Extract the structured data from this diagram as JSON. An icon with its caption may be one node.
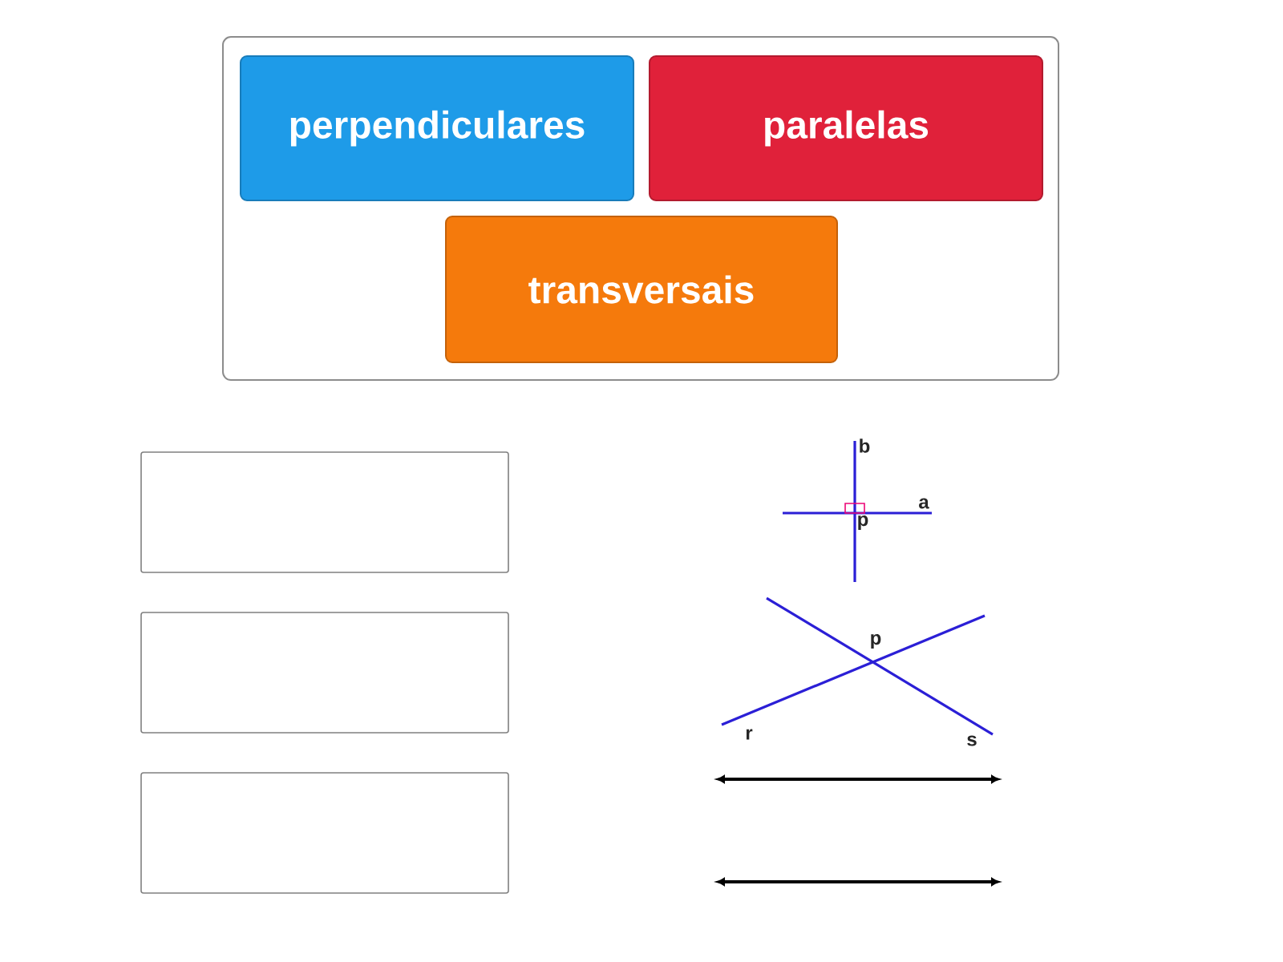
{
  "diagram": {
    "nodes": [
      {
        "text": [],
        "shape": "box"
      },
      {
        "text": [
          "perpendiculares"
        ],
        "in": 0
      },
      {
        "text": [
          "paralelas"
        ],
        "in": 0
      },
      {
        "text": [
          "transversais"
        ],
        "in": 0
      },
      {
        "text": [],
        "shape": "box"
      },
      {
        "text": [],
        "shape": "box"
      },
      {
        "text": [],
        "shape": "box"
      }
    ],
    "edges": [],
    "labels": [
      "b",
      "a",
      "p",
      "p",
      "r",
      "s"
    ]
  }
}
